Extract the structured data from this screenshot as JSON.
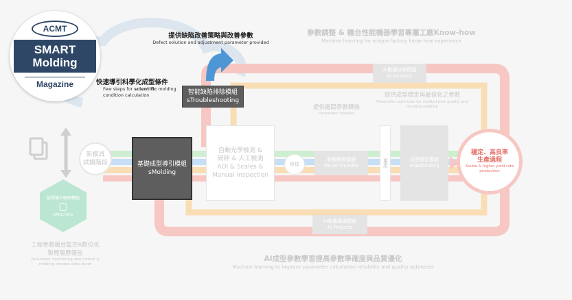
{
  "badge": {
    "top": "ACMT",
    "line1": "SMART",
    "line2": "Molding",
    "line3": "Magazine"
  },
  "header": {
    "title": "參數調整 & 機台性能機器學習專屬工廠Know-how",
    "subtitle": "Machine learning for unique factory know-how experience"
  },
  "callout_top": {
    "title": "提供缺陷改善策略與改善參數",
    "subtitle": "Defect solution and adjustment parameter provided"
  },
  "callout_left": {
    "title": "快速導引科學化成型條件",
    "subtitle_pre": "Few steps for ",
    "subtitle_em": "scientific",
    "subtitle_post": " molding condition calculation"
  },
  "stroubleshooting": {
    "line1": "智能缺陷排除模組",
    "line2": "sTroubleshooting"
  },
  "smolding": {
    "line1": "基礎成型導引模組",
    "line2": "sMolding"
  },
  "new_mold": {
    "line1": "新模具",
    "line2": "試模階段"
  },
  "aoi": {
    "line1": "自動光學檢測 &",
    "line2": "磅秤 & 人工檢測",
    "line3": "AOI & Scales &",
    "line4": "Manual Inspection"
  },
  "transfer_tag": "移模",
  "paramtransfer": {
    "line1": "參數轉換模組",
    "line2": "ParamTransfer"
  },
  "mass_tag": "量產",
  "stabmolding": {
    "line1": "成型穩定模組",
    "line2": "StabMolding"
  },
  "goal": {
    "line1": "穩定、高良率",
    "line2": "生產過程",
    "line3": "Stable & higher yield rate",
    "line4": "production"
  },
  "ai_analytic": {
    "line1": "AI數據分析模組",
    "line2": "AI Analytic"
  },
  "optimize_note": {
    "title": "提供成型穩定與最佳化之參數",
    "subtitle": "Parameter optimizer for molded part quality and molding stability"
  },
  "transfer_note": {
    "title": "提供廠間參數轉換",
    "subtitle": "Parameter transfer"
  },
  "ai_projects": {
    "line1": "AI智能專案模組",
    "line2": "AI Projects"
  },
  "emachine": {
    "line1": "智慧機台聯網模組",
    "line2": "eMachine"
  },
  "left_note": {
    "line1": "工程參數機台監控A數位化",
    "line2": "製程履歷報告",
    "line3": "Parameter monitoring and control &",
    "line4": "molding process data sheet"
  },
  "footer": {
    "title": "AI成型參數學習提高參數準確度與品質優化",
    "subtitle": "Machine learning to improve parameter calculation reliability and quality optimized"
  },
  "colors": {
    "red_pipe": "#f7c7c3",
    "orange_pipe": "#f9ddb5",
    "green_pipe": "#cdeed0",
    "blue_pipe": "#c6dff6",
    "dark_module": "#5e5e5e",
    "goal_red": "#e5736b",
    "teal": "#8ad9b4"
  }
}
